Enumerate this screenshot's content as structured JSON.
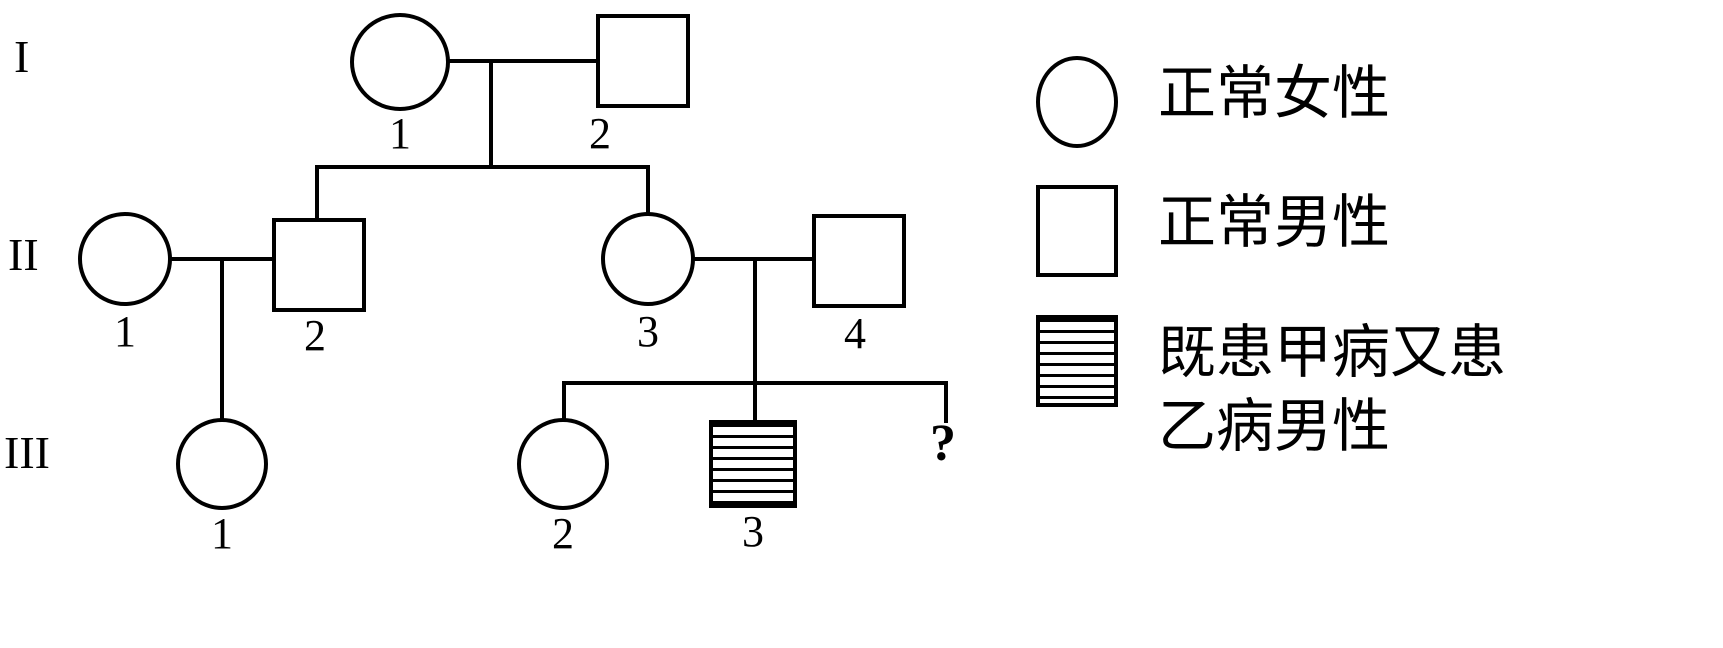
{
  "diagram": {
    "type": "pedigree-chart",
    "title": "",
    "generations": [
      {
        "label": "I"
      },
      {
        "label": "II"
      },
      {
        "label": "III"
      }
    ],
    "individuals": [
      {
        "id": "I-1",
        "generation": "I",
        "number": "1",
        "sex": "female",
        "shape": "circle",
        "status": "normal"
      },
      {
        "id": "I-2",
        "generation": "I",
        "number": "2",
        "sex": "male",
        "shape": "square",
        "status": "normal"
      },
      {
        "id": "II-1",
        "generation": "II",
        "number": "1",
        "sex": "female",
        "shape": "circle",
        "status": "normal"
      },
      {
        "id": "II-2",
        "generation": "II",
        "number": "2",
        "sex": "male",
        "shape": "square",
        "status": "normal"
      },
      {
        "id": "II-3",
        "generation": "II",
        "number": "3",
        "sex": "female",
        "shape": "circle",
        "status": "normal"
      },
      {
        "id": "II-4",
        "generation": "II",
        "number": "4",
        "sex": "male",
        "shape": "square",
        "status": "normal"
      },
      {
        "id": "III-1",
        "generation": "III",
        "number": "1",
        "sex": "female",
        "shape": "circle",
        "status": "normal"
      },
      {
        "id": "III-2",
        "generation": "III",
        "number": "2",
        "sex": "female",
        "shape": "circle",
        "status": "normal"
      },
      {
        "id": "III-3",
        "generation": "III",
        "number": "3",
        "sex": "male",
        "shape": "square",
        "status": "affected-both"
      },
      {
        "id": "III-4",
        "generation": "III",
        "number": "?",
        "sex": "unknown",
        "shape": "question",
        "status": "unknown"
      }
    ]
  },
  "legend": {
    "items": [
      {
        "symbol": "circle",
        "label": "正常女性"
      },
      {
        "symbol": "square",
        "label": "正常男性"
      },
      {
        "symbol": "striped-square",
        "label": "既患甲病又患\n乙病男性",
        "line1": "既患甲病又患",
        "line2": "乙病男性"
      }
    ]
  },
  "colors": {
    "stroke": "#000000",
    "background": "#ffffff"
  }
}
